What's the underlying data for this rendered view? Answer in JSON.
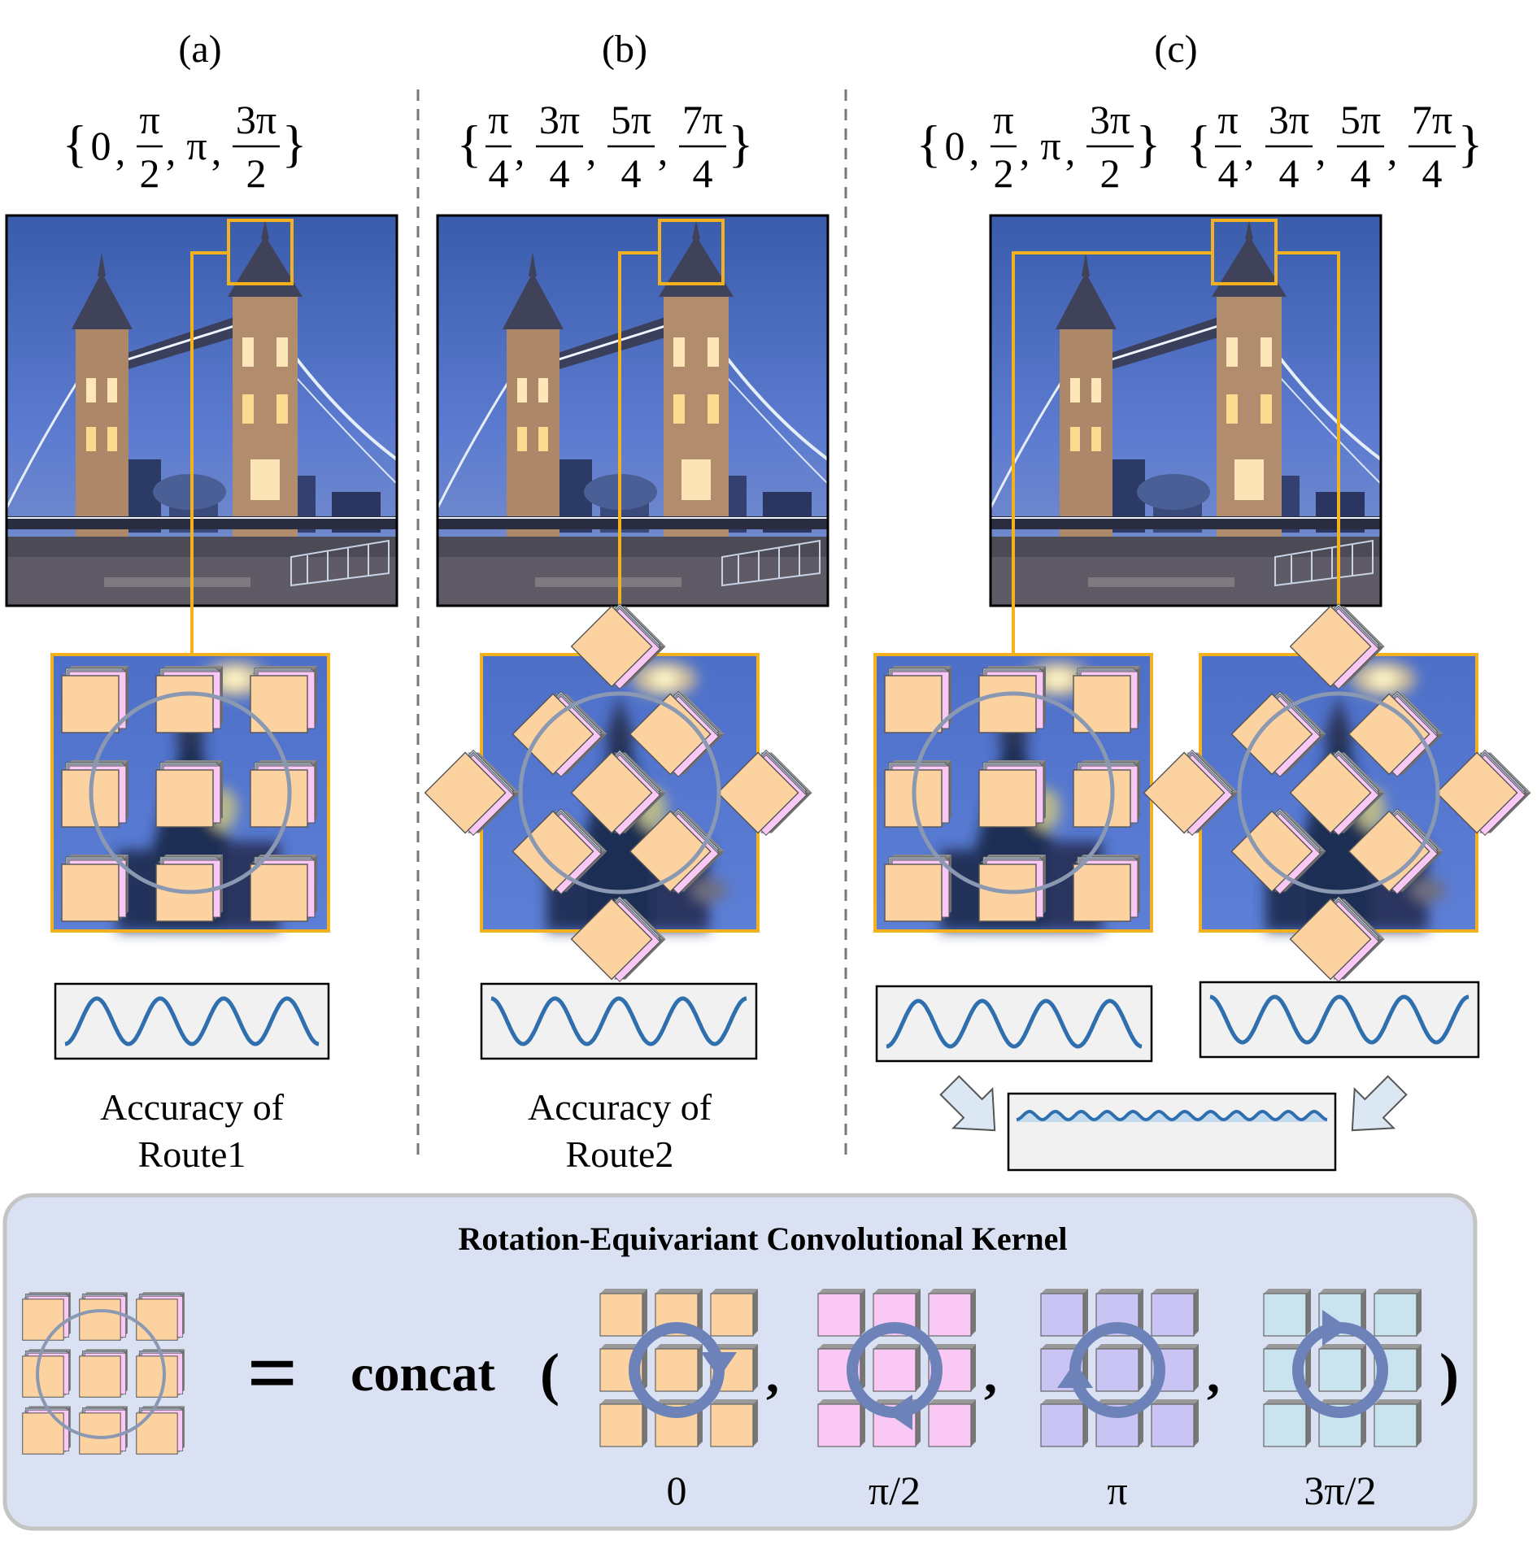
{
  "panels": [
    {
      "label": "(a)",
      "angle_sets": [
        [
          "0",
          "π/2",
          "π",
          "3π/2"
        ]
      ],
      "caption_lines": [
        "Accuracy of",
        "Route1"
      ]
    },
    {
      "label": "(b)",
      "angle_sets": [
        [
          "π/4",
          "3π/4",
          "5π/4",
          "7π/4"
        ]
      ],
      "caption_lines": [
        "Accuracy of",
        "Route2"
      ]
    },
    {
      "label": "(c)",
      "angle_sets": [
        [
          "0",
          "π/2",
          "π",
          "3π/2"
        ],
        [
          "π/4",
          "3π/4",
          "5π/4",
          "7π/4"
        ]
      ],
      "caption_lines": []
    }
  ],
  "kernel_box": {
    "title": "Rotation-Equivariant Convolutional Kernel",
    "equals": "=",
    "concat": "concat",
    "open_paren": "(",
    "close_paren": ")",
    "comma": ",",
    "rotations": [
      {
        "label": "0",
        "color": "#fcd3a0"
      },
      {
        "label": "π/2",
        "color": "#f9c8f5"
      },
      {
        "label": "π",
        "color": "#c9c4f4"
      },
      {
        "label": "3π/2",
        "color": "#c9e3ef"
      }
    ]
  },
  "colors": {
    "cube_front": "#fcd3a0",
    "highlight": "#f3b21d",
    "wave": "#2f6fae",
    "kernel_box_bg": "#d9e1f2",
    "arrow_fill": "#dbe8f4"
  }
}
